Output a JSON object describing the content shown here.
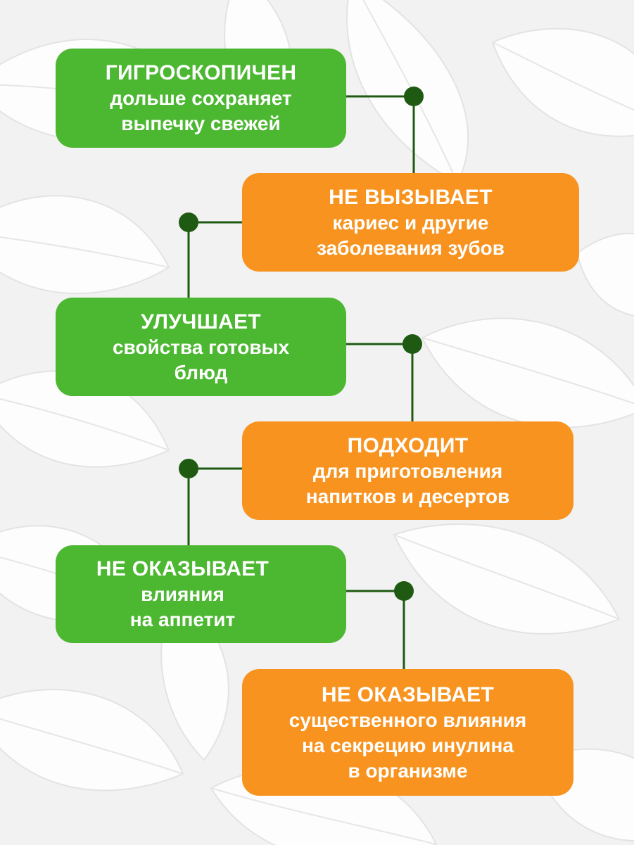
{
  "colors": {
    "green": "#4cb731",
    "orange": "#f7931e",
    "connector": "#1f5a12",
    "background": "#f2f2f2"
  },
  "cards": [
    {
      "color": "green",
      "title": "ГИГРОСКОПИЧЕН",
      "lines": [
        "дольше сохраняет",
        "выпечку свежей"
      ]
    },
    {
      "color": "orange",
      "title": "НЕ ВЫЗЫВАЕТ",
      "lines": [
        "кариес и другие",
        "заболевания зубов"
      ]
    },
    {
      "color": "green",
      "title": "УЛУЧШАЕТ",
      "lines": [
        "свойства готовых",
        "блюд"
      ]
    },
    {
      "color": "orange",
      "title": "ПОДХОДИТ",
      "lines": [
        "для приготовления",
        "напитков и десертов"
      ]
    },
    {
      "color": "green",
      "title": "НЕ ОКАЗЫВАЕТ",
      "lines": [
        "влияния",
        "на аппетит"
      ]
    },
    {
      "color": "orange",
      "title": "НЕ ОКАЗЫВАЕТ",
      "lines": [
        "существенного влияния",
        "на секрецию инулина",
        "в организме"
      ]
    }
  ]
}
